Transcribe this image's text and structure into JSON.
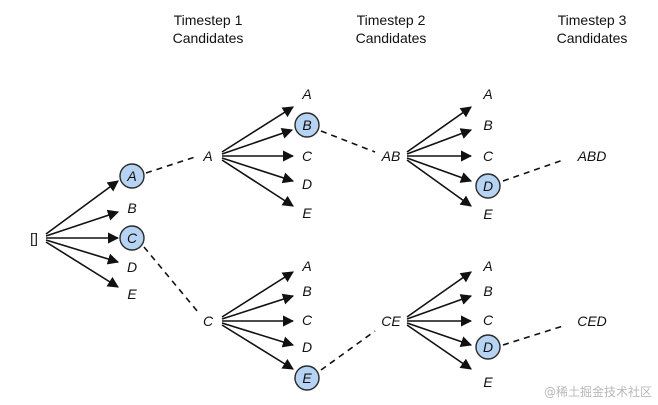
{
  "headers": {
    "step1": [
      "Timestep 1",
      "Candidates"
    ],
    "step2": [
      "Timestep 2",
      "Candidates"
    ],
    "step3": [
      "Timestep 3",
      "Candidates"
    ]
  },
  "root_label": "[]",
  "level1": {
    "candidates": [
      "A",
      "B",
      "C",
      "D",
      "E"
    ],
    "selected": [
      "A",
      "C"
    ]
  },
  "branch_top": {
    "prefix": "A",
    "candidates": [
      "A",
      "B",
      "C",
      "D",
      "E"
    ],
    "selected": "B",
    "result": "AB",
    "candidates2": [
      "A",
      "B",
      "C",
      "D",
      "E"
    ],
    "selected2": "D",
    "final": "ABD"
  },
  "branch_bottom": {
    "prefix": "C",
    "candidates": [
      "A",
      "B",
      "C",
      "D",
      "E"
    ],
    "selected": "E",
    "result": "CE",
    "candidates2": [
      "A",
      "B",
      "C",
      "D",
      "E"
    ],
    "selected2": "D",
    "final": "CED"
  },
  "watermark": "@稀土掘金技术社区",
  "colors": {
    "selected_fill": "#b7d3f3",
    "stroke": "#111111"
  }
}
